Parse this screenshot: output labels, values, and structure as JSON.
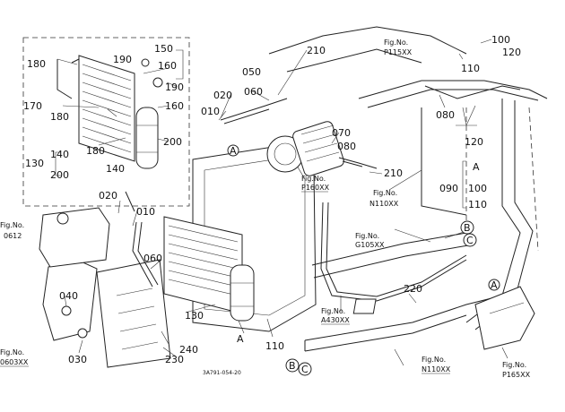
{
  "callouts": [
    {
      "id": "c-150",
      "text": "150"
    },
    {
      "id": "c-160a",
      "text": "160"
    },
    {
      "id": "c-180a",
      "text": "180"
    },
    {
      "id": "c-190a",
      "text": "190"
    },
    {
      "id": "c-190b",
      "text": "190"
    },
    {
      "id": "c-170",
      "text": "170"
    },
    {
      "id": "c-180b",
      "text": "180"
    },
    {
      "id": "c-160b",
      "text": "160"
    },
    {
      "id": "c-140a",
      "text": "140"
    },
    {
      "id": "c-130a",
      "text": "130"
    },
    {
      "id": "c-180c",
      "text": "180"
    },
    {
      "id": "c-200a",
      "text": "200"
    },
    {
      "id": "c-200b",
      "text": "200"
    },
    {
      "id": "c-140b",
      "text": "140"
    },
    {
      "id": "c-210a",
      "text": "210"
    },
    {
      "id": "c-050",
      "text": "050"
    },
    {
      "id": "c-060a",
      "text": "060"
    },
    {
      "id": "c-020a",
      "text": "020"
    },
    {
      "id": "c-010a",
      "text": "010"
    },
    {
      "id": "c-070",
      "text": "070"
    },
    {
      "id": "c-080a",
      "text": "080"
    },
    {
      "id": "c-210b",
      "text": "210"
    },
    {
      "id": "c-100a",
      "text": "100"
    },
    {
      "id": "c-120a",
      "text": "120"
    },
    {
      "id": "c-110a",
      "text": "110"
    },
    {
      "id": "c-080b",
      "text": "080"
    },
    {
      "id": "c-120b",
      "text": "120"
    },
    {
      "id": "c-090",
      "text": "090"
    },
    {
      "id": "c-100b",
      "text": "100"
    },
    {
      "id": "c-110b",
      "text": "110"
    },
    {
      "id": "c-020b",
      "text": "020"
    },
    {
      "id": "c-010b",
      "text": "010"
    },
    {
      "id": "c-060b",
      "text": "060"
    },
    {
      "id": "c-040",
      "text": "040"
    },
    {
      "id": "c-130b",
      "text": "130"
    },
    {
      "id": "c-220",
      "text": "220"
    },
    {
      "id": "c-240",
      "text": "240"
    },
    {
      "id": "c-230",
      "text": "230"
    },
    {
      "id": "c-030",
      "text": "030"
    },
    {
      "id": "c-110c",
      "text": "110"
    }
  ],
  "letters": {
    "A1": "A",
    "A2": "A",
    "A3": "A",
    "A4": "A",
    "B1": "B",
    "C1": "C",
    "B2": "B",
    "C2": "C"
  },
  "figrefs": [
    {
      "id": "p115",
      "line1": "Fig.No.",
      "line2": "P115XX"
    },
    {
      "id": "p160",
      "line1": "Fig.No.",
      "line2": "P160XX"
    },
    {
      "id": "n110a",
      "line1": "Fig.No.",
      "line2": "N110XX"
    },
    {
      "id": "g105",
      "line1": "Fig.No.",
      "line2": "G105XX"
    },
    {
      "id": "o612",
      "line1": "Fig.No.",
      "line2": "0612"
    },
    {
      "id": "a430",
      "line1": "Fig.No.",
      "line2": "A430XX"
    },
    {
      "id": "o603",
      "line1": "Fig.No.",
      "line2": "0603XX"
    },
    {
      "id": "n110b",
      "line1": "Fig.No.",
      "line2": "N110XX"
    },
    {
      "id": "p165",
      "line1": "Fig.No.",
      "line2": "P165XX"
    }
  ],
  "drawing_code": "3A791-054-20"
}
